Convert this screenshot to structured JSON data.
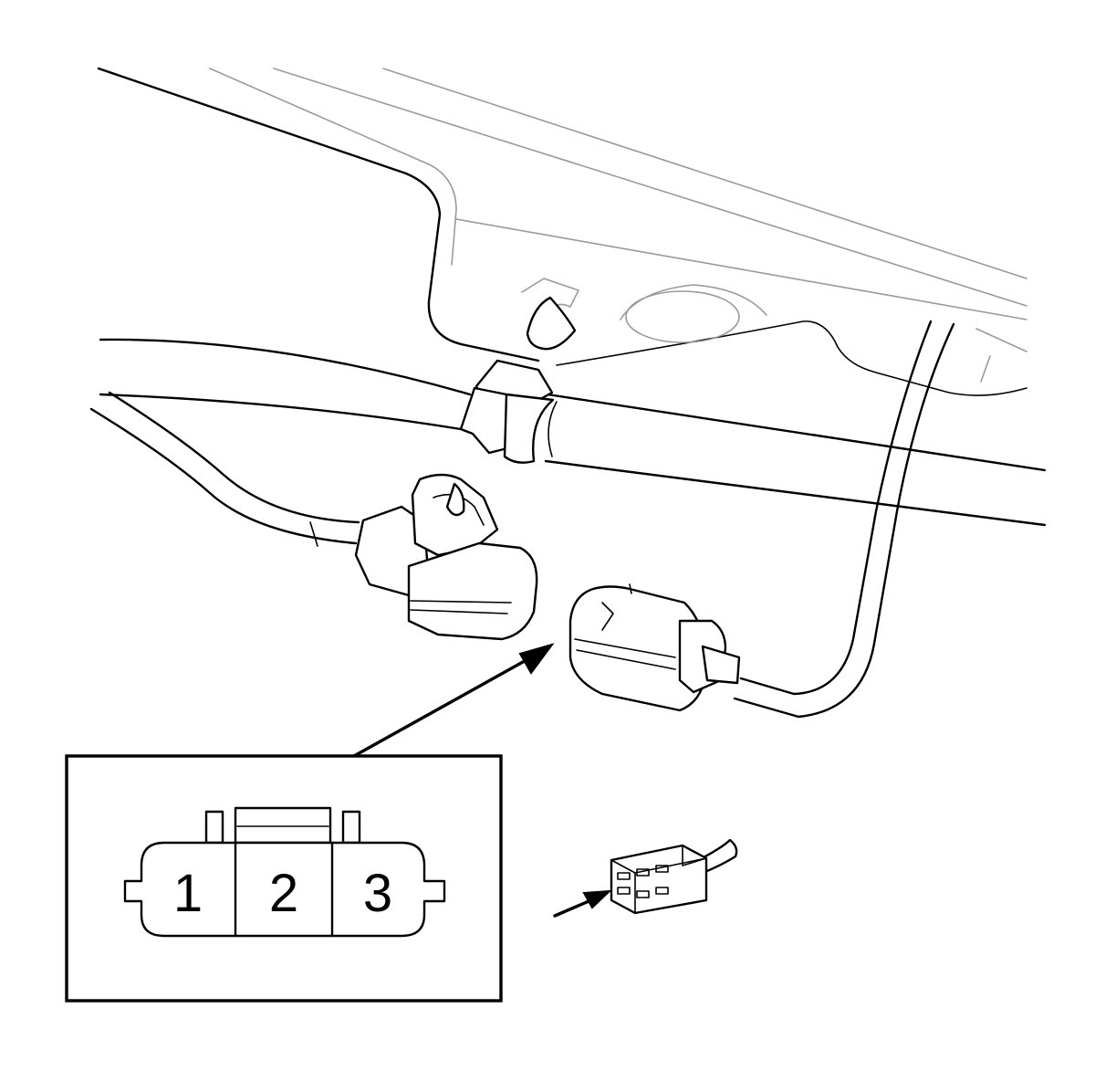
{
  "pin_labels": [
    "1",
    "2",
    "3"
  ],
  "icons": {
    "component": "vehicle-underbody-harness-connector",
    "view_indicator": "connector-front-view-icon"
  }
}
